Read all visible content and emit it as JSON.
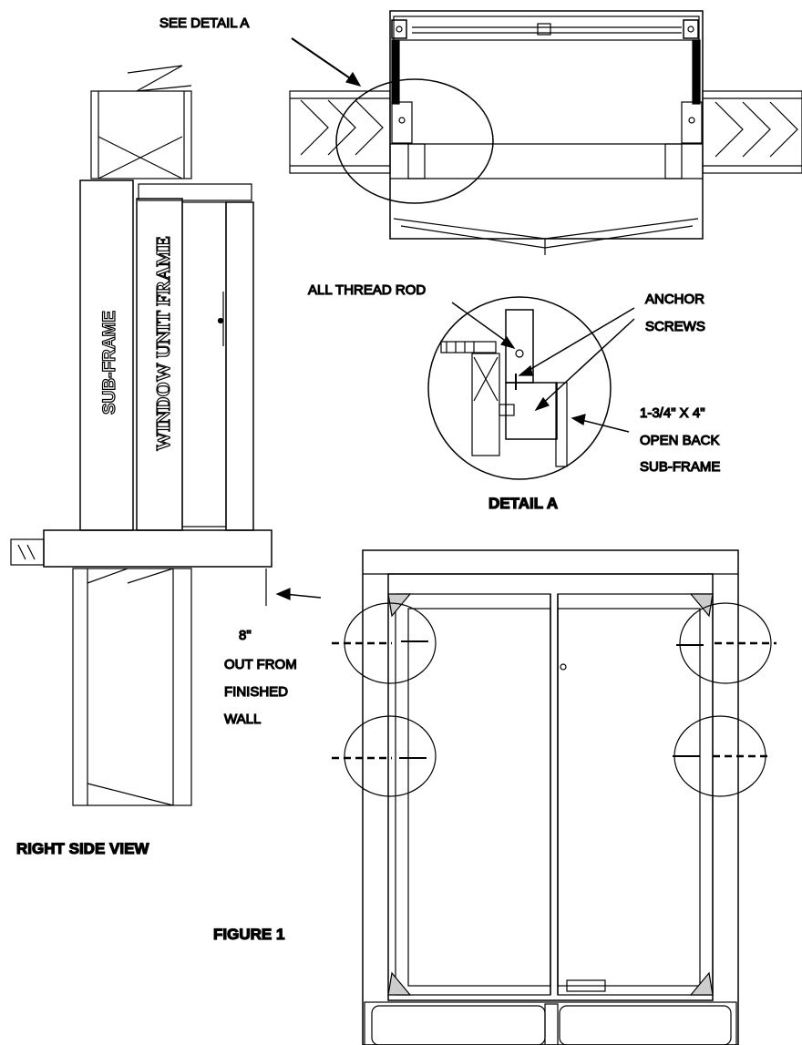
{
  "labels": {
    "see_detail": "SEE DETAIL A",
    "all_thread_rod": "ALL THREAD ROD",
    "anchor_screws_1": "ANCHOR",
    "anchor_screws_2": "SCREWS",
    "subframe_size_1": "1-3/4\" X 4\"",
    "subframe_size_2": "OPEN BACK",
    "subframe_size_3": "SUB-FRAME",
    "detail_a": "DETAIL A",
    "out_8": "8\"",
    "out_line_1": "OUT FROM",
    "out_line_2": "FINISHED",
    "out_line_3": "WALL",
    "right_side_view": "RIGHT SIDE VIEW",
    "figure": "FIGURE 1",
    "sub_frame_vertical": "SUB-FRAME",
    "window_unit_frame_vertical": "WINDOW UNIT FRAME"
  }
}
